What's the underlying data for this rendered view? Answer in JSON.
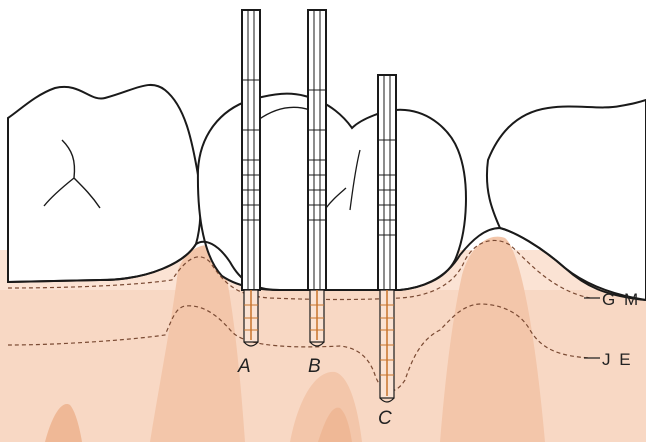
{
  "labels": {
    "probe_a": "A",
    "probe_b": "B",
    "probe_c": "C",
    "gingival_margin": "G M",
    "junctional_epithelium": "J E"
  },
  "colors": {
    "gingiva_light": "#fbe3d4",
    "gingiva_band": "#f7d4bf",
    "bone_dark": "#f0bea0",
    "root_tone": "#f6cdb4",
    "outline": "#1a1a1a",
    "dashed_line": "#7a4a33",
    "probe_tip": "#c8742d"
  }
}
